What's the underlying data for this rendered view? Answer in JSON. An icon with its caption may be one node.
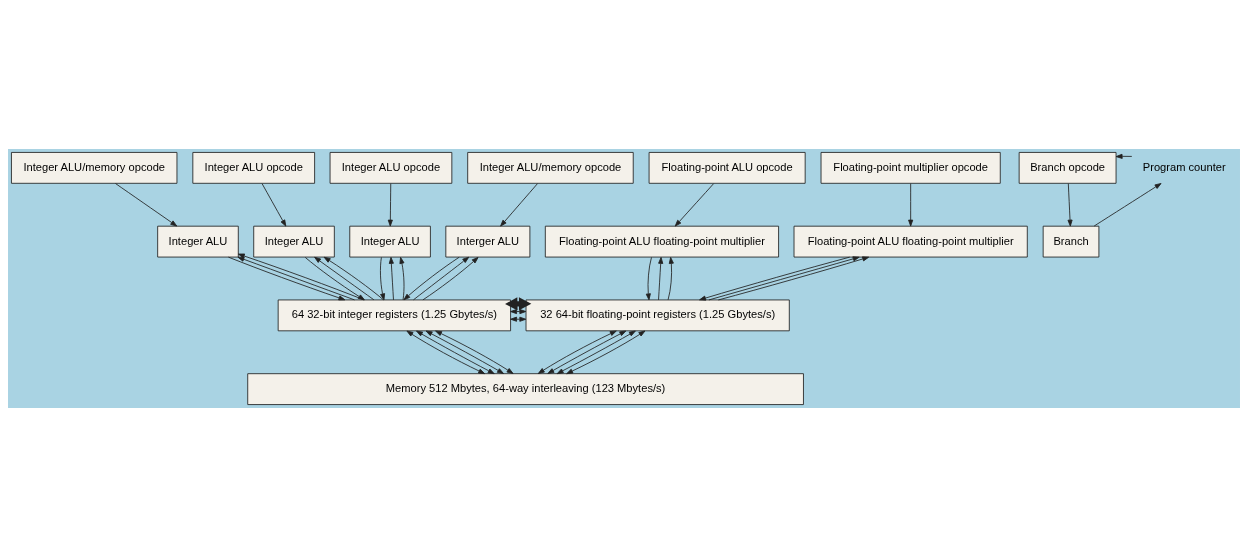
{
  "diagram": {
    "nodes": [
      {
        "text": [
          "Integer ALU/memory opcode"
        ]
      },
      {
        "text": [
          "Integer ALU opcode"
        ]
      },
      {
        "text": [
          "Integer ALU opcode"
        ]
      },
      {
        "text": [
          "Integer ALU/memory opcode"
        ]
      },
      {
        "text": [
          "Floating-point ALU opcode"
        ]
      },
      {
        "text": [
          "Floating-point multiplier opcode"
        ]
      },
      {
        "text": [
          "Branch opcode"
        ]
      },
      {
        "text": [
          "Program counter"
        ]
      },
      {
        "text": [
          "Integer ALU"
        ]
      },
      {
        "text": [
          "Integer ALU"
        ]
      },
      {
        "text": [
          "Integer ALU"
        ]
      },
      {
        "text": [
          "Interger ALU"
        ]
      },
      {
        "text": [
          "Floating-point ALU floating-point multiplier"
        ]
      },
      {
        "text": [
          "Floating-point ALU floating-point multiplier"
        ]
      },
      {
        "text": [
          "Branch"
        ]
      },
      {
        "text": [
          "64 32-bit integer registers (1.25 Gbytes/s)"
        ]
      },
      {
        "text": [
          "32 64-bit floating-point registers (1.25 Gbytes/s)"
        ]
      },
      {
        "text": [
          "Memory 512 Mbytes, 64-way interleaving (123 Mbytes/s)"
        ]
      }
    ],
    "edges": [
      {
        "from": 0,
        "to": 8,
        "arrow": "to"
      },
      {
        "from": 1,
        "to": 9,
        "arrow": "to"
      },
      {
        "from": 2,
        "to": 10,
        "arrow": "to"
      },
      {
        "from": 3,
        "to": 11,
        "arrow": "to"
      },
      {
        "from": 4,
        "to": 12,
        "arrow": "to"
      },
      {
        "from": 5,
        "to": 13,
        "arrow": "to"
      },
      {
        "from": 6,
        "to": 14,
        "arrow": "to"
      },
      {
        "from": 14,
        "to": 7,
        "arrow": "to"
      },
      {
        "from": 7,
        "to": 6,
        "arrow": "to"
      },
      {
        "from": 8,
        "to": 15,
        "arrow": "to"
      },
      {
        "from": 15,
        "to": 8,
        "arrow": "to"
      },
      {
        "from": 15,
        "to": 8,
        "arrow": "to"
      },
      {
        "from": 9,
        "to": 15,
        "arrow": "to"
      },
      {
        "from": 15,
        "to": 9,
        "arrow": "to"
      },
      {
        "from": 15,
        "to": 9,
        "arrow": "to"
      },
      {
        "from": 10,
        "to": 15,
        "arrow": "to"
      },
      {
        "from": 15,
        "to": 10,
        "arrow": "to"
      },
      {
        "from": 15,
        "to": 10,
        "arrow": "to"
      },
      {
        "from": 11,
        "to": 15,
        "arrow": "to"
      },
      {
        "from": 15,
        "to": 11,
        "arrow": "to"
      },
      {
        "from": 15,
        "to": 11,
        "arrow": "to"
      },
      {
        "from": 12,
        "to": 16,
        "arrow": "to"
      },
      {
        "from": 16,
        "to": 12,
        "arrow": "to"
      },
      {
        "from": 16,
        "to": 12,
        "arrow": "to"
      },
      {
        "from": 13,
        "to": 16,
        "arrow": "to"
      },
      {
        "from": 16,
        "to": 13,
        "arrow": "to"
      },
      {
        "from": 16,
        "to": 13,
        "arrow": "to"
      },
      {
        "from": 15,
        "to": 16,
        "arrow": "both"
      },
      {
        "from": 15,
        "to": 16,
        "arrow": "both"
      },
      {
        "from": 15,
        "to": 17,
        "arrow": "both"
      },
      {
        "from": 15,
        "to": 17,
        "arrow": "both"
      },
      {
        "from": 15,
        "to": 17,
        "arrow": "both"
      },
      {
        "from": 15,
        "to": 17,
        "arrow": "both"
      },
      {
        "from": 16,
        "to": 17,
        "arrow": "both"
      },
      {
        "from": 16,
        "to": 17,
        "arrow": "both"
      },
      {
        "from": 16,
        "to": 17,
        "arrow": "both"
      },
      {
        "from": 16,
        "to": 17,
        "arrow": "both"
      },
      {
        "from": 15,
        "to": 16,
        "arrow": "both",
        "style": "thick"
      }
    ]
  }
}
